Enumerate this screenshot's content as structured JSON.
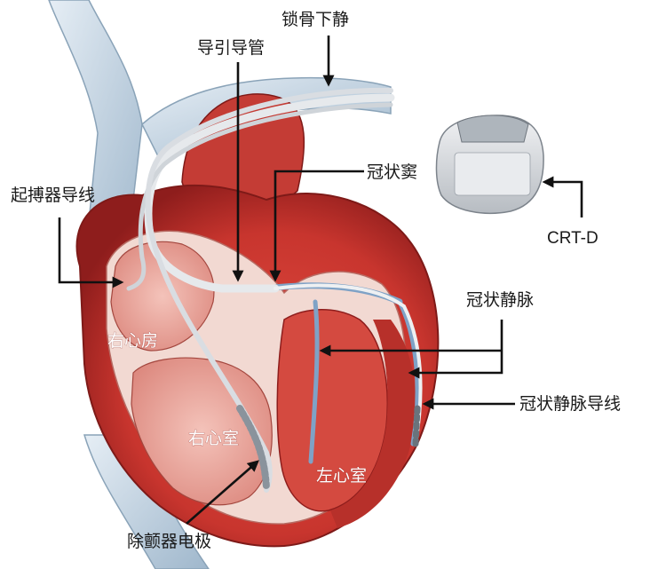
{
  "labels": {
    "subclavian_vein": "锁骨下静",
    "guide_catheter": "导引导管",
    "coronary_sinus": "冠状窦",
    "pacemaker_lead": "起搏器导线",
    "crt_d": "CRT-D",
    "coronary_vein": "冠状静脉",
    "right_atrium": "右心房",
    "right_ventricle": "右心室",
    "left_ventricle": "左心室",
    "coronary_vein_lead": "冠状静脉导线",
    "defibrillator_electrode": "除颤器电极"
  },
  "colors": {
    "heart_red": "#c8352e",
    "heart_dark": "#8e1d1c",
    "chamber_pink": "#e9a39a",
    "vessel_blue": "#c9d8e4",
    "vein_blue": "#7fa2c6",
    "lead_gray": "#d9dde2",
    "device_silver": "#d3d6da"
  }
}
